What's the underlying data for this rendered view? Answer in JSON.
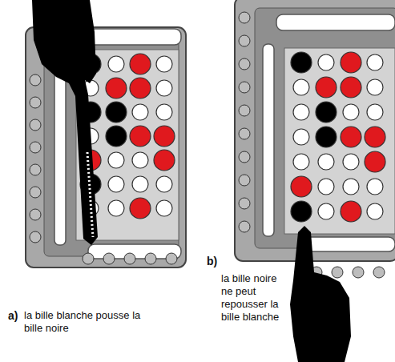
{
  "diagram": {
    "labels": [
      "a)",
      "la bille blanche pousse la bille noire",
      "b)",
      "la bille noire ne peut repousser la bille blanche"
    ]
  }
}
